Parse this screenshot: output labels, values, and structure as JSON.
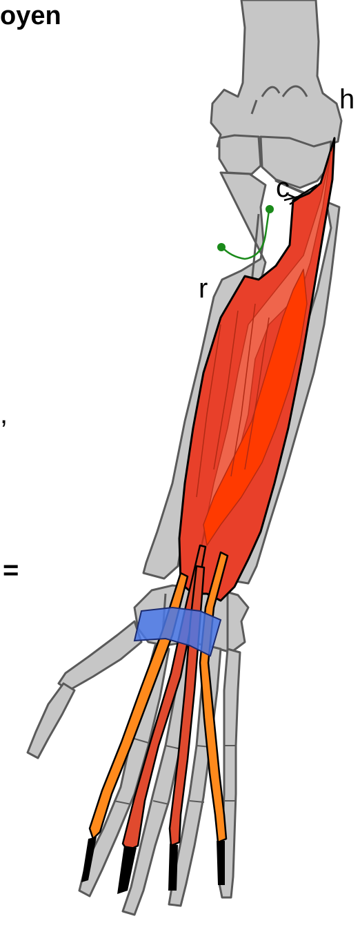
{
  "title_fragment": "oyen",
  "labels": {
    "h": "h",
    "c": "c",
    "r": "r"
  },
  "side_fragments": {
    "comma": ",",
    "equals": "="
  },
  "colors": {
    "bone_fill": "#c6c6c6",
    "bone_outline": "#5a5a5a",
    "muscle_red": "#e8402a",
    "muscle_light": "#f06a50",
    "muscle_dark": "#ff3a00",
    "tendon_orange": "#ff8a1c",
    "tendon_red": "#e04a2e",
    "retinaculum_blue": "#4a78e8",
    "nerve_green": "#1a8a1a",
    "tendon_tip_black": "#000000"
  },
  "icons": [
    "forearm-skeleton",
    "muscle-belly",
    "retinaculum-band",
    "nerve-path"
  ]
}
